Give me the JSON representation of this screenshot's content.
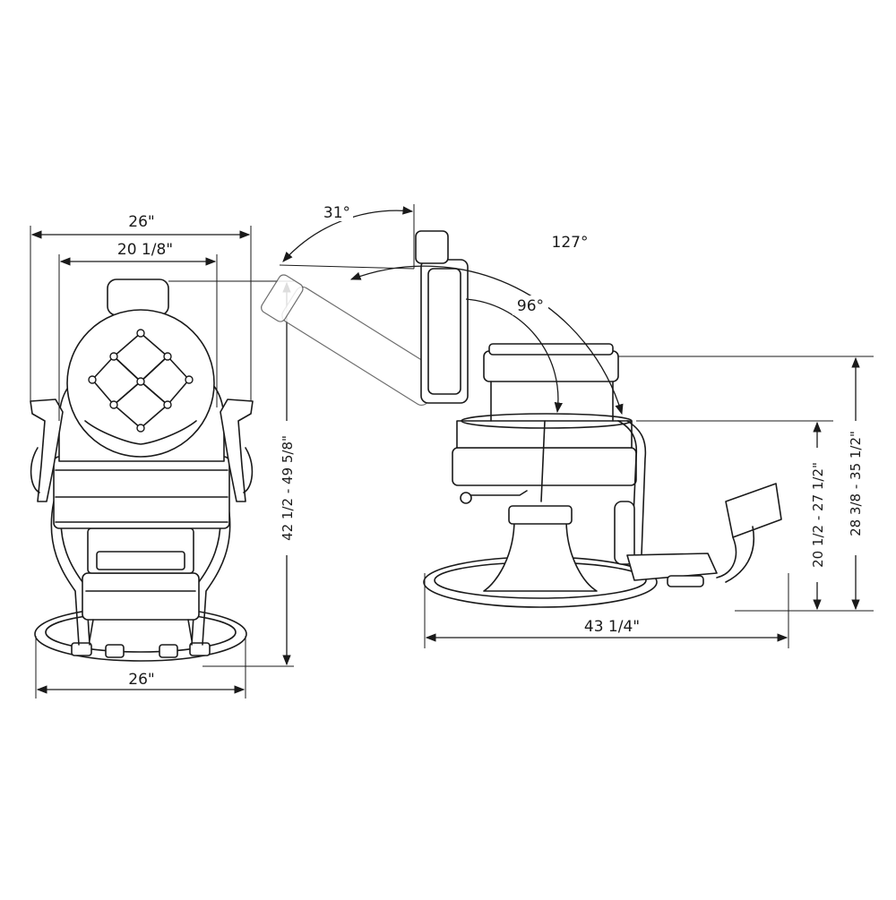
{
  "front_view": {
    "overall_width": "26\"",
    "seat_width": "20 1/8\"",
    "height_range": "42 1/2 - 49 5/8\"",
    "base_width": "26\""
  },
  "side_view": {
    "recline_angle": "31°",
    "max_angle": "127°",
    "upright_angle": "96°",
    "arm_height_range": "28 3/8 - 35 1/2\"",
    "seat_height_range": "20 1/2 - 27 1/2\"",
    "overall_depth": "43 1/4\""
  },
  "colors": {
    "line": "#1a1a1a",
    "background": "#ffffff"
  }
}
